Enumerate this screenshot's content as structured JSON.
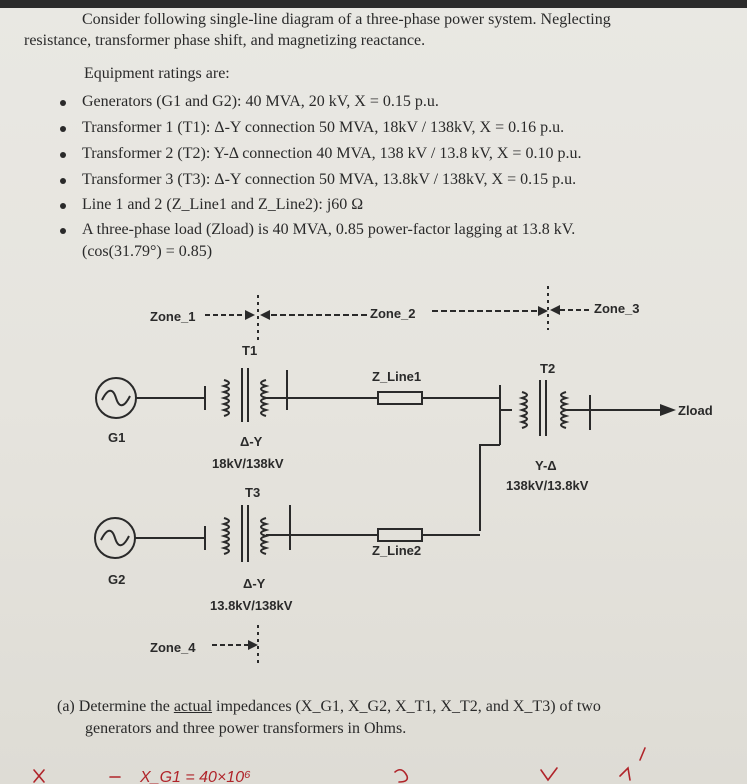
{
  "intro": {
    "line1": "Consider following single-line diagram of a three-phase power system. Neglecting",
    "line2": "resistance, transformer phase shift, and magnetizing reactance."
  },
  "ratings_heading": "Equipment ratings are:",
  "ratings": [
    "Generators (G1 and G2): 40 MVA, 20 kV, X = 0.15 p.u.",
    "Transformer 1 (T1): Δ-Y connection 50 MVA, 18kV / 138kV, X = 0.16 p.u.",
    "Transformer 2 (T2): Y-Δ connection 40 MVA, 138 kV / 13.8 kV, X = 0.10 p.u.",
    "Transformer 3 (T3): Δ-Y connection 50 MVA, 13.8kV / 138kV, X = 0.15 p.u.",
    "Line 1 and 2 (Z_Line1 and Z_Line2): j60 Ω",
    "A three-phase load (Zload) is 40 MVA, 0.85 power-factor lagging at 13.8 kV."
  ],
  "ratings_extra": "(cos(31.79°) = 0.85)",
  "diagram": {
    "zone1": "Zone_1",
    "zone2": "Zone_2",
    "zone3": "Zone_3",
    "zone4": "Zone_4",
    "t1": "T1",
    "t2": "T2",
    "t3": "T3",
    "g1": "G1",
    "g2": "G2",
    "zline1": "Z_Line1",
    "zline2": "Z_Line2",
    "zload": "Zload",
    "t1_conn": "Δ-Y",
    "t1_rating": "18kV/138kV",
    "t2_conn": "Y-Δ",
    "t2_rating": "138kV/13.8kV",
    "t3_conn": "Δ-Y",
    "t3_rating": "13.8kV/138kV"
  },
  "question": {
    "line1_pre": "(a) Determine the ",
    "line1_underlined": "actual",
    "line1_post": " impedances (X_G1, X_G2, X_T1, X_T2, and X_T3) of two",
    "line2": "generators and three power transformers in Ohms."
  },
  "handwriting": {
    "text": "X_G1 = 40×10⁶",
    "ink_color": "#b0242a"
  }
}
